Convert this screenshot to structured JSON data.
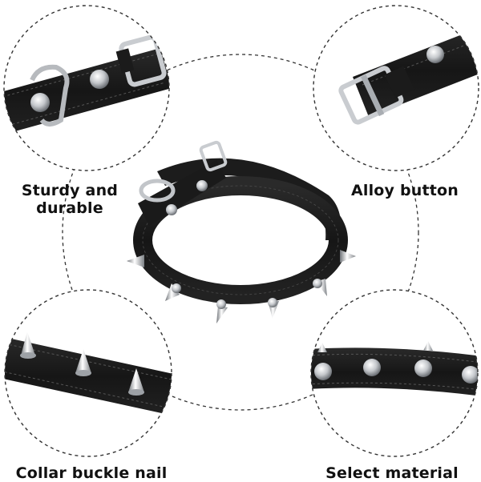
{
  "captions": {
    "top_left": [
      "Sturdy and",
      "durable"
    ],
    "top_right": "Alloy button",
    "bottom_left": "Collar buckle nail",
    "bottom_right": "Select material"
  },
  "colors": {
    "leather": "#1b1b1b",
    "metal": "#c9ccd0",
    "dashed_line": "#333333"
  }
}
